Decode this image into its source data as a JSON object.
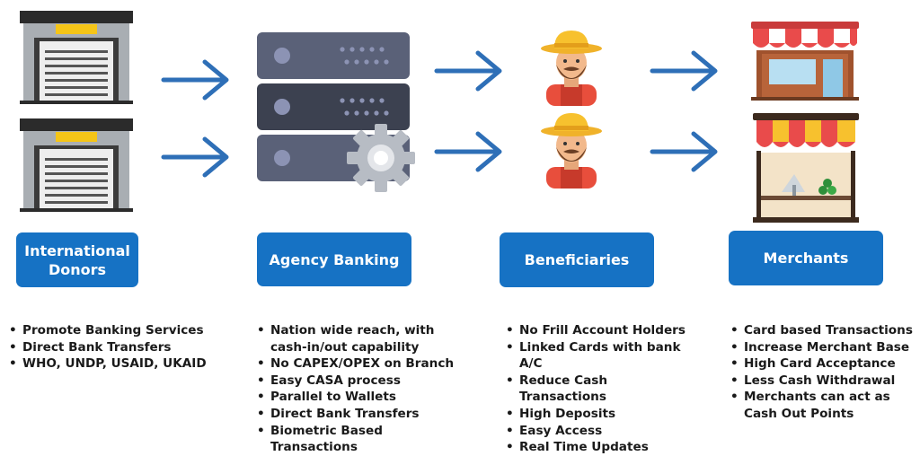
{
  "nodes": [
    {
      "id": "donors",
      "label": "International\nDonors",
      "bullets": [
        "Promote Banking Services",
        "Direct Bank Transfers",
        "WHO, UNDP, USAID, UKAID"
      ]
    },
    {
      "id": "agency",
      "label": "Agency Banking",
      "bullets": [
        "Nation wide reach, with cash-in/out capability",
        "No CAPEX/OPEX on Branch",
        "Easy CASA process",
        "Parallel to Wallets",
        "Direct Bank Transfers",
        "Biometric Based Transactions"
      ]
    },
    {
      "id": "beneficiaries",
      "label": "Beneficiaries",
      "bullets": [
        "No Frill Account Holders",
        "Linked Cards with bank A/C",
        "Reduce Cash Transactions",
        "High Deposits",
        "Easy Access",
        "Real Time Updates"
      ]
    },
    {
      "id": "merchants",
      "label": "Merchants",
      "bullets": [
        "Card based Transactions",
        "Increase Merchant Base",
        "High Card Acceptance",
        "Less Cash Withdrawal",
        "Merchants can act as Cash Out Points"
      ]
    }
  ],
  "icons": {
    "donor_top": "bank-building-icon",
    "donor_bottom": "bank-building-icon",
    "server": "server-stack-icon",
    "gear": "gear-icon",
    "farmer_top": "farmer-icon",
    "farmer_bottom": "farmer-icon",
    "shop": "shop-icon",
    "market_stall": "market-stall-icon",
    "arrow": "arrow-right-icon"
  },
  "colors": {
    "box": "#1672c4",
    "arrow": "#2e6fb7",
    "awning_red": "#e94b4b",
    "hat_yellow": "#f7c12e"
  }
}
